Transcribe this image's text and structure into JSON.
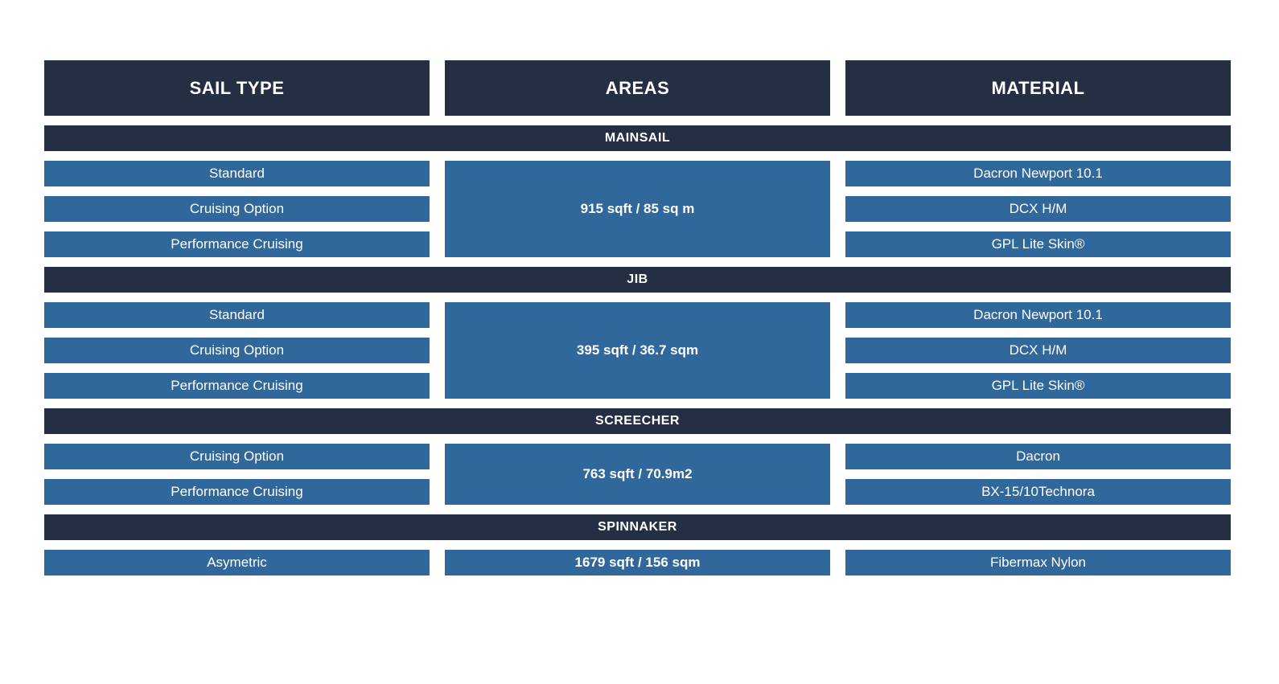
{
  "table": {
    "columns": [
      {
        "label": "SAIL TYPE"
      },
      {
        "label": "AREAS"
      },
      {
        "label": "MATERIAL"
      }
    ],
    "sections": [
      {
        "title": "MAINSAIL",
        "area": "915 sqft / 85 sq m",
        "rows": [
          {
            "type": "Standard",
            "material": "Dacron Newport 10.1"
          },
          {
            "type": "Cruising Option",
            "material": "DCX H/M"
          },
          {
            "type": "Performance Cruising",
            "material": "GPL Lite Skin®"
          }
        ]
      },
      {
        "title": "JIB",
        "area": "395 sqft / 36.7 sqm",
        "rows": [
          {
            "type": "Standard",
            "material": "Dacron Newport 10.1"
          },
          {
            "type": "Cruising Option",
            "material": "DCX H/M"
          },
          {
            "type": "Performance Cruising",
            "material": "GPL Lite Skin®"
          }
        ]
      },
      {
        "title": "SCREECHER",
        "area": "763 sqft / 70.9m2",
        "rows": [
          {
            "type": "Cruising Option",
            "material": "Dacron"
          },
          {
            "type": "Performance Cruising",
            "material": "BX-15/10Technora"
          }
        ]
      },
      {
        "title": "SPINNAKER",
        "area": "1679 sqft / 156 sqm",
        "rows": [
          {
            "type": "Asymetric",
            "material": "Fibermax Nylon"
          }
        ]
      }
    ],
    "colors": {
      "header_bg": "#242f44",
      "row_bg": "#30689c",
      "text": "#ffffff"
    }
  }
}
